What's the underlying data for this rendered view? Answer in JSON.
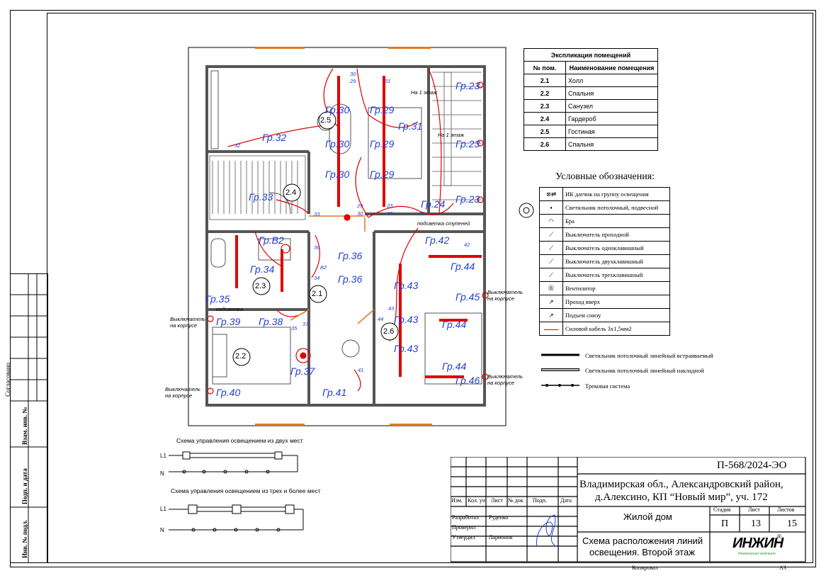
{
  "explication": {
    "title": "Экспликация помещений",
    "col_num": "№ пом.",
    "col_name": "Наименование помещения",
    "rows": [
      {
        "num": "2.1",
        "name": "Холл"
      },
      {
        "num": "2.2",
        "name": "Спальня"
      },
      {
        "num": "2.3",
        "name": "Санузел"
      },
      {
        "num": "2.4",
        "name": "Гардероб"
      },
      {
        "num": "2.5",
        "name": "Гостиная"
      },
      {
        "num": "2.6",
        "name": "Спальня"
      }
    ]
  },
  "legend": {
    "title": "Условные обозначения:",
    "items": [
      "ИК датчик на группу освещения",
      "Светильник потолочный, подвесной",
      "Бра",
      "Выключатель проходной",
      "Выключатель одноклавишный",
      "Выключатель двухклавишный",
      "Выключатель трехклавишный",
      "Вентилятор",
      "Проход вверх",
      "Подъем снизу",
      "Силовой кабель 3х1,5мм2"
    ],
    "extra": [
      "Светильник потолочный линейный встраиваемый",
      "Светильник потолочный линейный накладной",
      "Трековая система"
    ]
  },
  "plan": {
    "rooms": [
      "2.5",
      "2.4",
      "2.3",
      "2.1",
      "2.2",
      "2.6"
    ],
    "groups": [
      "Гр.30",
      "Гр.29",
      "Гр.30",
      "Гр.29",
      "Гр.30",
      "Гр.29",
      "Гр.32",
      "Гр.33",
      "Гр.31",
      "Гр.23",
      "Гр.23",
      "Гр.23",
      "Гр.24",
      "Гр.42",
      "Гр.B2",
      "Гр.34",
      "Гр.36",
      "Гр.36",
      "Гр.35",
      "Гр.44",
      "Гр.43",
      "Гр.43",
      "Гр.43",
      "Гр.45",
      "Гр.44",
      "Гр.44",
      "Гр.46",
      "Гр.39",
      "Гр.38",
      "Гр.37",
      "Гр.40",
      "Гр.41"
    ],
    "notes": {
      "attic": "На 1 этаж",
      "floor1": "На 1 этаж",
      "stair_light": "подсветка ступеней",
      "backlight": "подсветка",
      "switch_body": "Выключатель на корпусе"
    },
    "small_numbers": [
      "30",
      "29",
      "31",
      "32",
      "33",
      "29",
      "30",
      "23",
      "23",
      "24",
      "36",
      "34",
      "B2",
      "37",
      "35",
      "43",
      "44",
      "42",
      "41"
    ]
  },
  "schemes": {
    "two_places": "Схема управления освещением из двух мест",
    "three_places": "Схема управления освещением из трех и более мест",
    "L1": "L1",
    "N": "N"
  },
  "side": {
    "agreed": "Согласовано",
    "inv_repl": "Взам. инв. №",
    "sign_date": "Подп. и дата",
    "inv_orig": "Инв. № подл."
  },
  "titleblock": {
    "code": "П-568/2024-ЭО",
    "address_line1": "Владимирская обл., Александровский район,",
    "address_line2": "д.Алексино, КП “Новый мир”, уч. 172",
    "headers": [
      "Изм.",
      "Кол. уч",
      "Лист",
      "№ док",
      "Подп.",
      "Дата"
    ],
    "roles": [
      {
        "role": "Разработал",
        "name": "Руденко"
      },
      {
        "role": "Проверил",
        "name": ""
      },
      {
        "role": "Утвердил",
        "name": "Ларионов"
      }
    ],
    "object": "Жилой дом",
    "stage_label": "Стадия",
    "sheet_label": "Лист",
    "sheets_label": "Листов",
    "stage": "П",
    "sheet": "13",
    "sheets": "15",
    "drawing_title_line1": "Схема расположения линий",
    "drawing_title_line2": "освещения. Второй этаж",
    "logo": "ИНЖИН",
    "logo_sub": "Инженерная компания",
    "copied": "Копировал",
    "format": "A3"
  },
  "colors": {
    "wire": "#e00000",
    "group_text": "#1f3fd6",
    "orange": "#e07a20",
    "wall": "#555555"
  }
}
